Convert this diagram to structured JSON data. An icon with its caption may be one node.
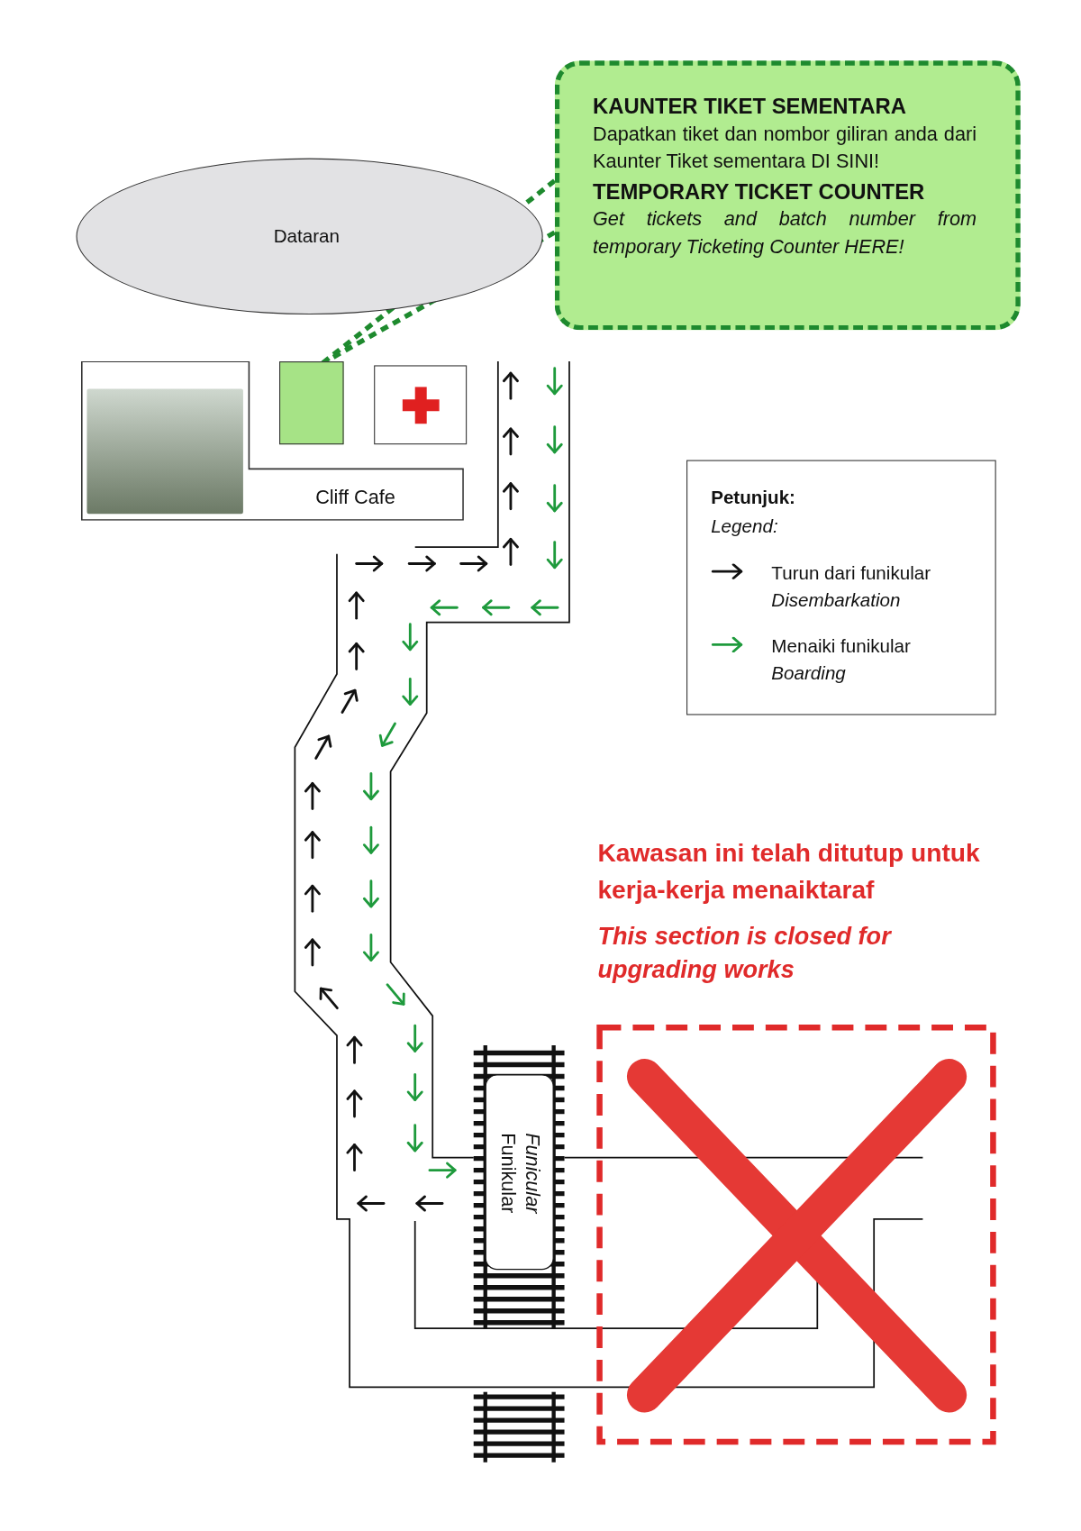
{
  "diagram": {
    "nodes": [
      {
        "text": [
          "KAUNTER TIKET SEMENTARA",
          "Dapatkan tiket dan nombor giliran anda dari Kaunter Tiket sementara DI SINI!",
          "TEMPORARY TICKET COUNTER",
          "Get tickets and batch number from temporary Ticketing Counter HERE!"
        ]
      },
      {
        "text": [
          "Dataran"
        ]
      },
      {
        "text": [],
        "shape": "box"
      },
      {
        "text": [],
        "shape": "box"
      },
      {
        "text": [
          "Cliff Cafe"
        ]
      },
      {
        "text": [
          "Funikular",
          "Funicular"
        ]
      }
    ],
    "edges": [
      {
        "from": 0,
        "to": 2,
        "arrow": "none",
        "style": "dashed",
        "color": "#1e8a2e"
      }
    ],
    "labels": [
      "Petunjuk:",
      "Legend:",
      "Kawasan ini telah ditutup untuk kerja-kerja menaiktaraf",
      "This section is closed for upgrading works"
    ],
    "legend": [
      {
        "text": "Turun dari funikular *Disembarkation*"
      },
      {
        "text": "Menaiki funikular *Boarding*"
      }
    ]
  }
}
